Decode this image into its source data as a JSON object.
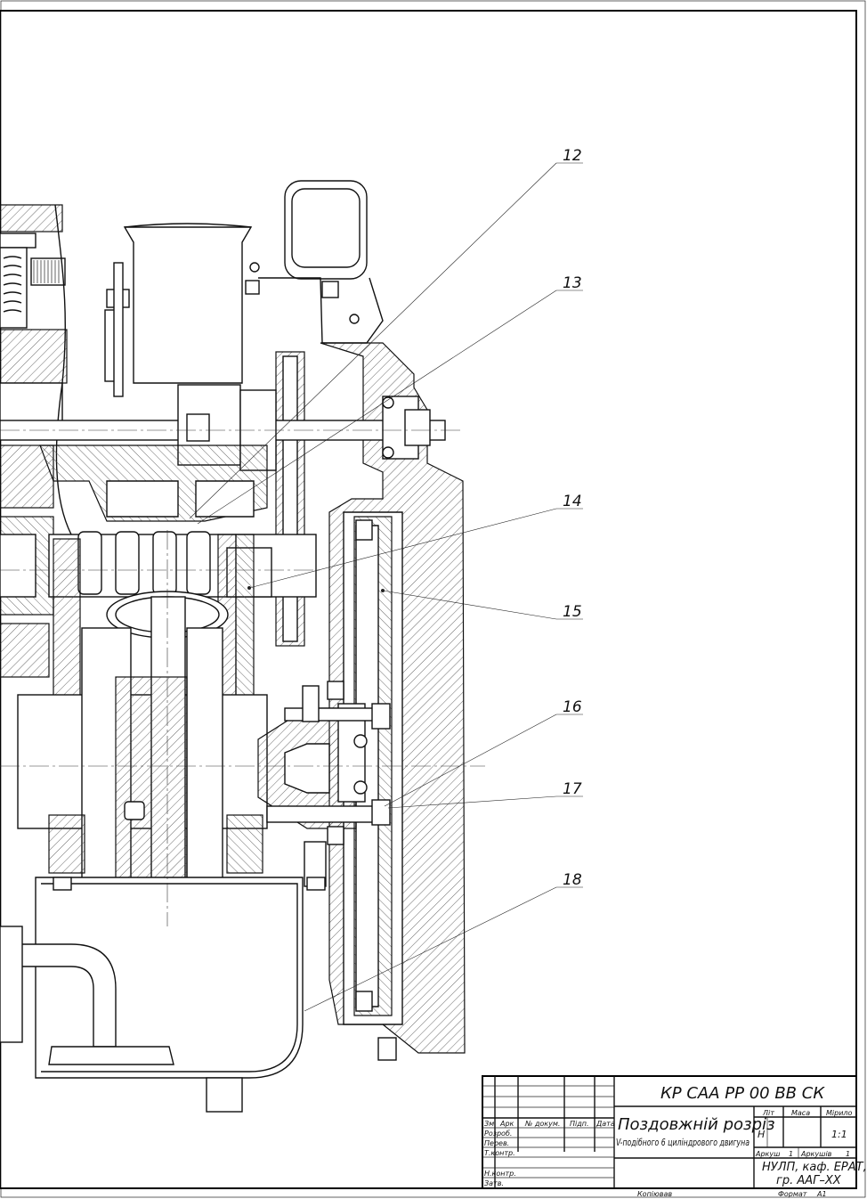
{
  "drawing": {
    "callouts": [
      "12",
      "13",
      "14",
      "15",
      "16",
      "17",
      "18"
    ]
  },
  "title_block": {
    "designation": "КР САА РР 00 ВВ СК",
    "title_line1": "Поздовжній розріз",
    "title_line2": "V-подібного 6 циліндрового двигуна",
    "col_headers": [
      "Зм",
      "Арк",
      "№ докум.",
      "Підп.",
      "Дата"
    ],
    "roles": [
      "Розроб.",
      "Перев.",
      "Т.контр.",
      "",
      "Н.контр.",
      "Затв."
    ],
    "lit_label": "Літ",
    "mass_label": "Маса",
    "scale_label": "Мірило",
    "lit_value": "Н",
    "scale_value": "1:1",
    "sheet_label": "Аркуш",
    "sheet_value": "1",
    "sheets_label": "Аркушів",
    "sheets_value": "1",
    "org_line1": "НУЛП, каф. ЕРАТ,",
    "org_line2": "гр. ААГ–ХХ",
    "copied_label": "Копіював",
    "format_label": "Формат",
    "format_value": "А1"
  }
}
